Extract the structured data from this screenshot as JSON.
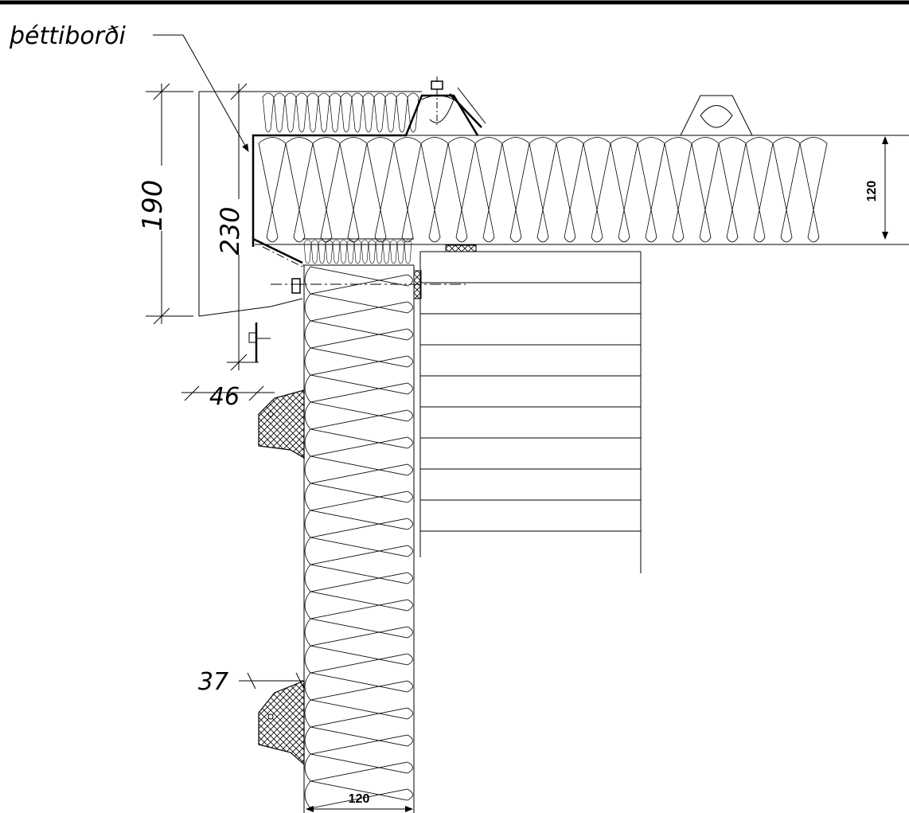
{
  "labels": {
    "callout": "þéttiborði",
    "dim_190": "190",
    "dim_230": "230",
    "dim_120_roof": "120",
    "dim_46": "46",
    "dim_37": "37",
    "dim_120_wall": "120"
  },
  "colors": {
    "line": "#000000",
    "background": "#ffffff"
  }
}
